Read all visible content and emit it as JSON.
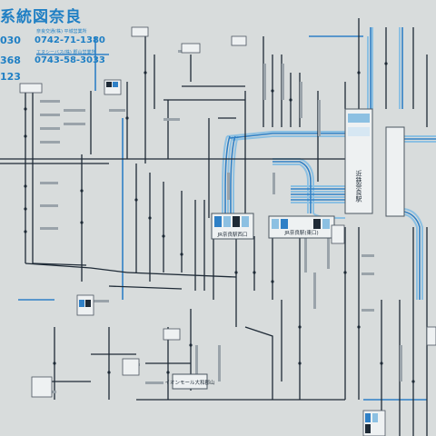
{
  "header": {
    "title": "系統図奈良",
    "company1": "奈良交通(株) 平城営業所",
    "company2": "エヌシーバス(株) 郡山営業所",
    "phone_partial_1": "030",
    "phone1": "0742-71-1380",
    "phone_partial_2": "368",
    "phone2": "0743-58-3033",
    "phone_partial_3": "123"
  },
  "stations": {
    "kintetsu_nara": "近鉄奈良駅",
    "jr_nara_west": "JR奈良駅西口",
    "jr_nara_east": "JR奈良駅(東口)",
    "izumi_mall": "イオンモール大和郡山"
  },
  "colors": {
    "background": "#d8dcdc",
    "route_black": "#1e2a36",
    "route_blue": "#2f80c6",
    "route_lightblue": "#8cc0e2",
    "accent": "#1f7fc4"
  }
}
